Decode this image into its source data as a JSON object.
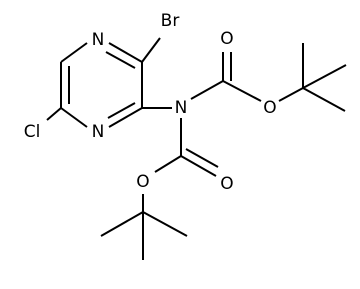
{
  "molecule": {
    "atoms": {
      "n_ring_top": "N",
      "n_ring_bottom": "N",
      "bromine": "Br",
      "chlorine": "Cl",
      "n_amide": "N",
      "o_carbonyl_1": "O",
      "o_ester_1": "O",
      "o_ester_2": "O",
      "o_carbonyl_2": "O"
    }
  }
}
